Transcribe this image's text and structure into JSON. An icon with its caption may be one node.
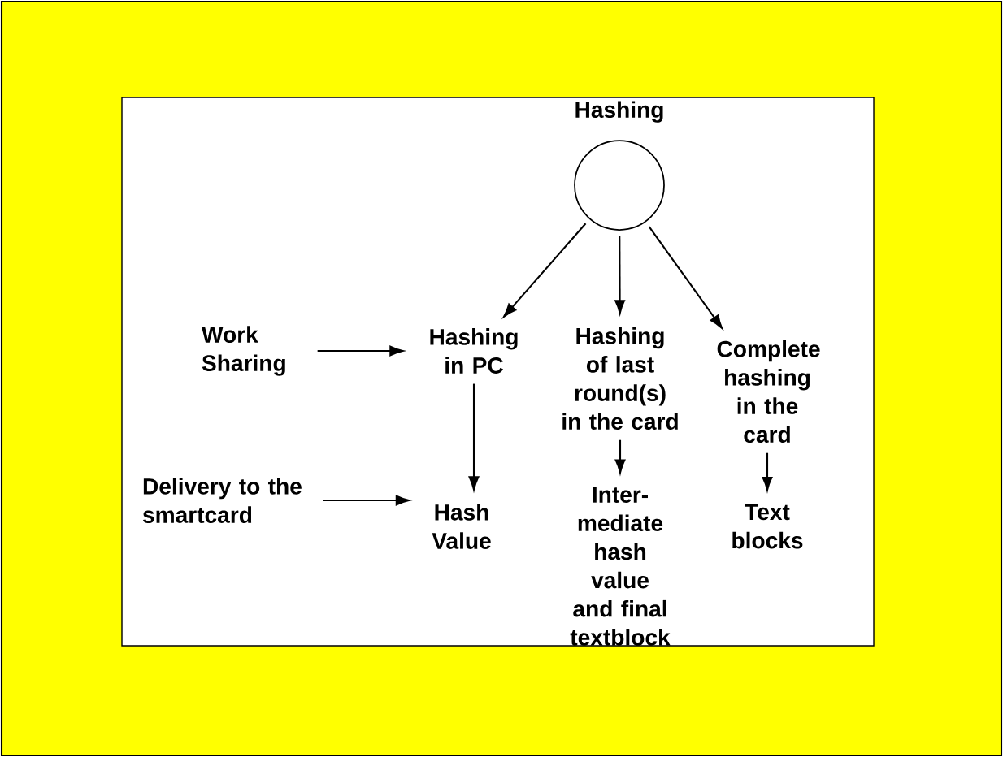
{
  "diagram": {
    "nodes": [
      {
        "text": [
          "Hashing"
        ]
      },
      {
        "text": [
          "Work Sharing"
        ]
      },
      {
        "text": [
          "Hashing in PC"
        ]
      },
      {
        "text": [
          "Hashing of last round(s) in the card"
        ]
      },
      {
        "text": [
          "Complete hashing in the card"
        ]
      },
      {
        "text": [
          "Delivery to the smartcard"
        ]
      },
      {
        "text": [
          "Hash Value"
        ]
      },
      {
        "text": [
          "Inter- mediate hash value and final textblock"
        ]
      },
      {
        "text": [
          "Text blocks"
        ]
      }
    ],
    "edges": [
      {
        "from": 0,
        "to": 2,
        "arrow": "to"
      },
      {
        "from": 0,
        "to": 3,
        "arrow": "to"
      },
      {
        "from": 0,
        "to": 4,
        "arrow": "to"
      },
      {
        "from": 1,
        "to": 2,
        "arrow": "to"
      },
      {
        "from": 2,
        "to": 6,
        "arrow": "to"
      },
      {
        "from": 3,
        "to": 7,
        "arrow": "to"
      },
      {
        "from": 4,
        "to": 8,
        "arrow": "to"
      },
      {
        "from": 5,
        "to": 6,
        "arrow": "to"
      }
    ]
  }
}
